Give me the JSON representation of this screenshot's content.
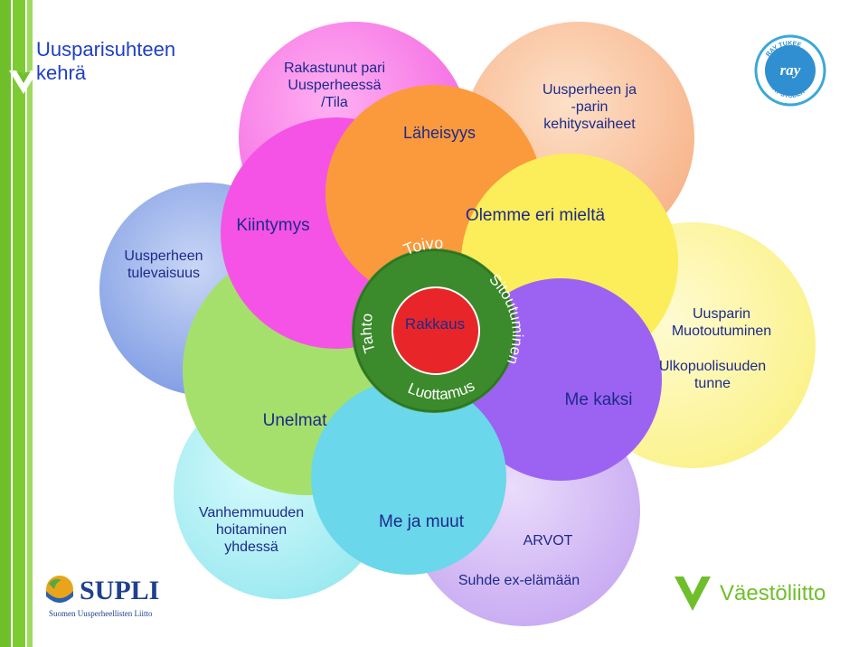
{
  "title": "Uusparisuhteen kehrä",
  "petals": {
    "rakastunut": "Rakastunut pari\nUusperheessä\n/Tila",
    "laheisyys": "Läheisyys",
    "uusperheen_ja": "Uusperheen ja\n-parin\nkehitysvaiheet",
    "kiintymys": "Kiintymys",
    "olemme": "Olemme eri mieltä",
    "tulevaisuus": "Uusperheen\ntulevaisuus",
    "muotoutuminen": "Uusparin\nMuotoutuminen",
    "ulkopuolisuus": "Ulkopuolisuuden\ntunne",
    "me_kaksi": "Me kaksi",
    "unelmat": "Unelmat",
    "vanhemmuus": "Vanhemmuuden\nhoitaminen\nyhdessä",
    "me_ja_muut": "Me ja muut",
    "arvot": "ARVOT",
    "ex": "Suhde ex-elämään"
  },
  "ring": {
    "toivo": "Toivo",
    "sitoutuminen": "Sitoutuminen",
    "tahto": "Tahto",
    "luottamus": "Luottamus"
  },
  "center": "Rakkaus",
  "logos": {
    "ray_top": "RAY TUKEE",
    "ray_bottom": "RAY STÖDER",
    "ray_mark": "ray",
    "supli_name": "SUPLI",
    "supli_sub": "Suomen Uusperheellisten Liitto",
    "vaesto": "Väestöliitto"
  },
  "colors": {
    "green_bar": "#6fbf2b",
    "title": "#1f3fc4",
    "center_red": "#e8262a",
    "ring_green": "#3b8a2b"
  }
}
